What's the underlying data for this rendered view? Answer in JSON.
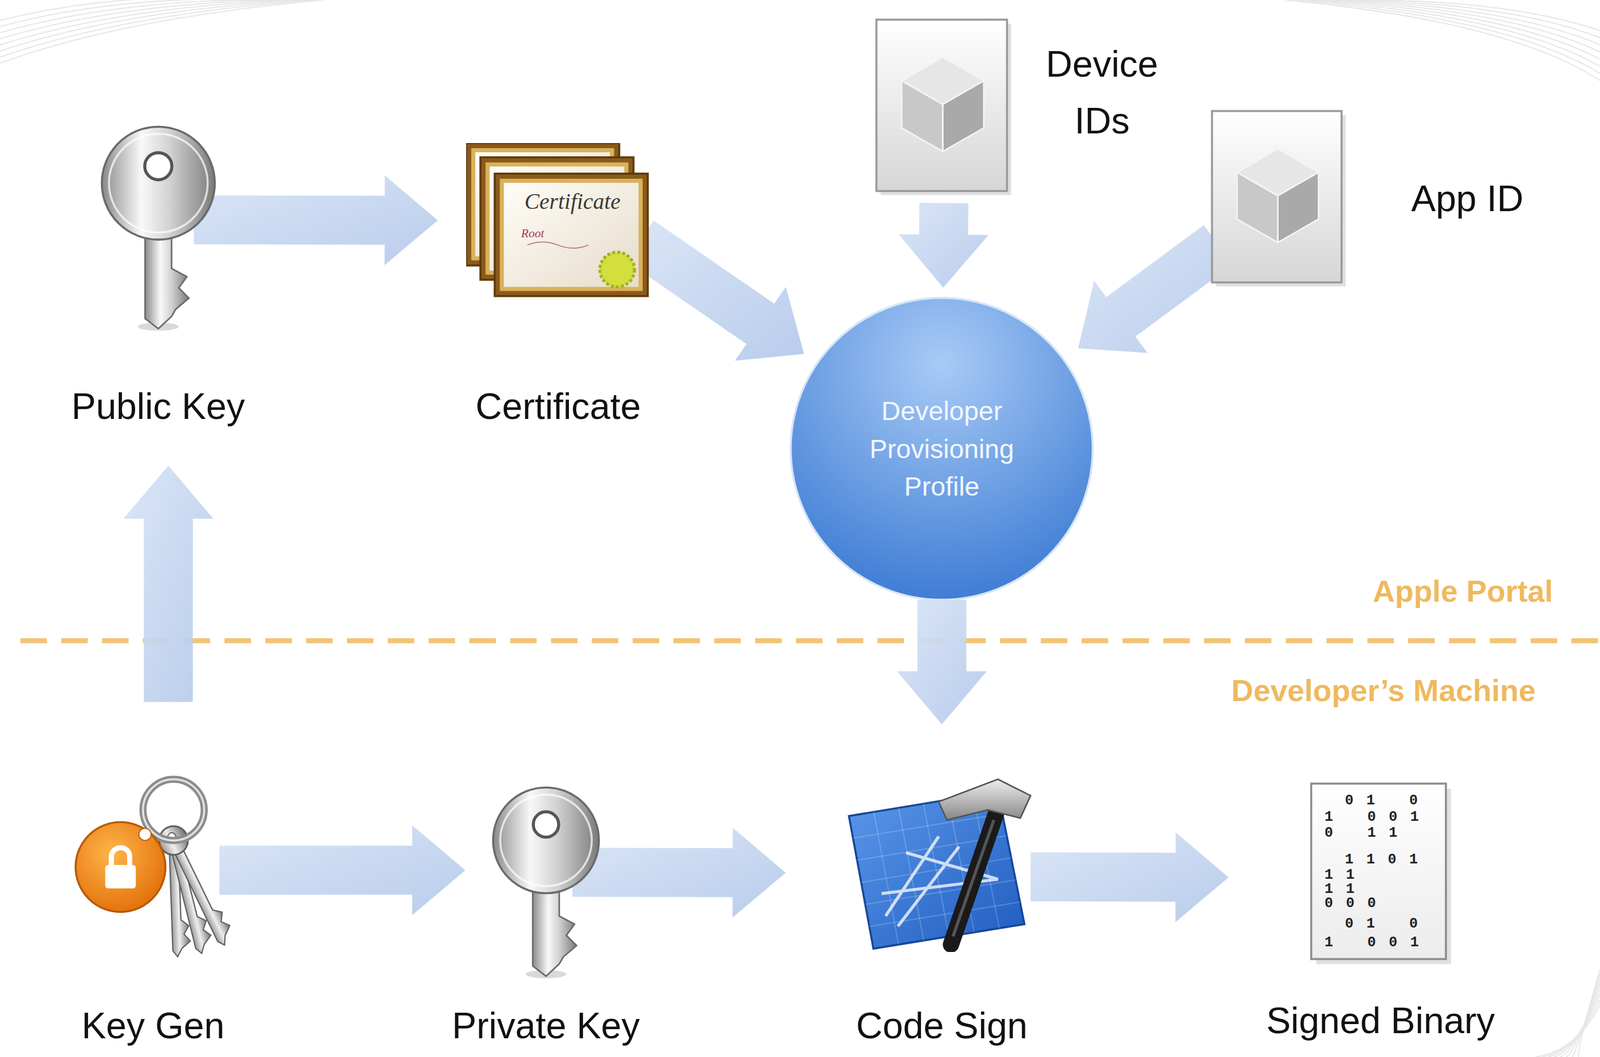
{
  "diagram": {
    "nodes": [
      {
        "text": [
          "Device IDs"
        ]
      },
      {
        "text": [
          "App ID"
        ]
      },
      {
        "text": [
          "Public Key"
        ]
      },
      {
        "text": [
          "Certificate"
        ]
      },
      {
        "text": [
          "Developer Provisioning Profile"
        ]
      },
      {
        "text": [
          "Key Gen"
        ]
      },
      {
        "text": [
          "Private Key"
        ]
      },
      {
        "text": [
          "Code Sign"
        ]
      },
      {
        "text": [
          "Signed Binary"
        ]
      }
    ],
    "edges": [
      {
        "from": 5,
        "to": 2,
        "arrow": "to"
      },
      {
        "from": 2,
        "to": 3,
        "arrow": "to"
      },
      {
        "from": 3,
        "to": 4,
        "arrow": "to"
      },
      {
        "from": 0,
        "to": 4,
        "arrow": "to"
      },
      {
        "from": 1,
        "to": 4,
        "arrow": "to"
      },
      {
        "from": 4,
        "to": 7,
        "arrow": "to"
      },
      {
        "from": 5,
        "to": 6,
        "arrow": "to"
      },
      {
        "from": 6,
        "to": 7,
        "arrow": "to"
      },
      {
        "from": 7,
        "to": 8,
        "arrow": "to"
      }
    ],
    "labels": [
      "Apple Portal",
      "Developer’s Machine",
      "Certificate",
      "Root",
      "0 1   0",
      "1   0 0 1",
      "0   1 1",
      "1 1 0 1",
      "1 1",
      "1 1",
      "0 0 0",
      "0 1   0",
      "1   0 0 1"
    ]
  }
}
